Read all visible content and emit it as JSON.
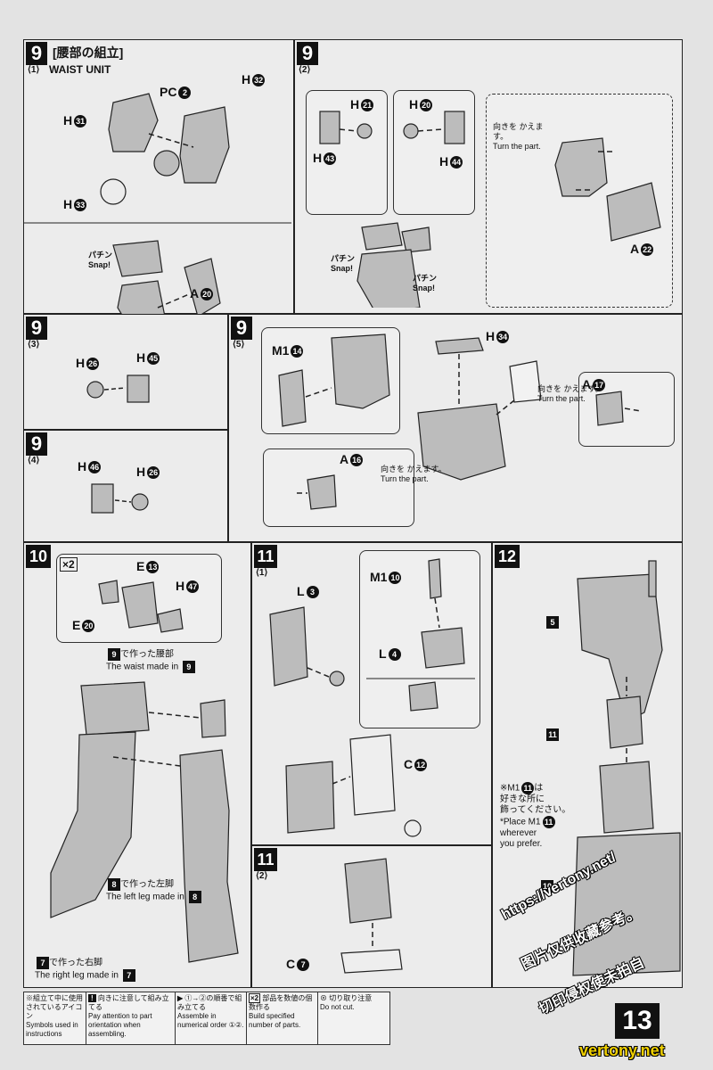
{
  "page_number": "13",
  "step9": {
    "num": "9",
    "sub1": "⟨1⟩",
    "title_jp": "[腰部の組立]",
    "title_en": "WAIST UNIT",
    "sub2": "⟨2⟩",
    "sub3": "⟨3⟩",
    "sub4": "⟨4⟩",
    "sub5": "⟨5⟩",
    "pc": "PC",
    "turn_jp": "向きを かえます。",
    "turn_en": "Turn the part.",
    "snap_jp": "パチン",
    "snap_en": "Snap!"
  },
  "parts": {
    "H31": "H",
    "H32": "H",
    "H33": "H",
    "A20": "A",
    "H21": "H",
    "H43": "H",
    "H20": "H",
    "H44": "H",
    "A22": "A",
    "H26": "H",
    "H45": "H",
    "H46": "H",
    "M1_14": "M1",
    "H34": "H",
    "A17": "A",
    "A16": "A",
    "E13": "E",
    "E20": "E",
    "H47": "H",
    "L3": "L",
    "M1_10": "M1",
    "L4": "L",
    "C12": "C",
    "C7": "C"
  },
  "numbers": {
    "n31": "31",
    "n32": "32",
    "n2": "2",
    "n33": "33",
    "n20": "20",
    "n21": "21",
    "n43": "43",
    "n44": "44",
    "n22": "22",
    "n26": "26",
    "n45": "45",
    "n46": "46",
    "n14": "14",
    "n34": "34",
    "n17": "17",
    "n16": "16",
    "n13": "13",
    "n47": "47",
    "n3": "3",
    "n10": "10",
    "n4": "4",
    "n12": "12",
    "n7": "7",
    "n11": "11",
    "n1": "1"
  },
  "step10": {
    "num": "10",
    "x2": "×2",
    "waist_jp": "で作った腰部",
    "waist_en": "The waist made in",
    "left_jp": "で作った左脚",
    "left_en": "The left leg made in",
    "right_jp": "で作った右脚",
    "right_en": "The right leg made in",
    "ref9": "9",
    "ref8": "8",
    "ref7": "7"
  },
  "step11": {
    "num": "11",
    "sub1": "⟨1⟩",
    "sub2": "⟨2⟩"
  },
  "step12": {
    "num": "12",
    "ref5": "5",
    "ref11": "11",
    "ref10": "10",
    "note_jp1": "※M1",
    "note_jp2": "は",
    "note_jp3": "好きな所に",
    "note_jp4": "飾ってください。",
    "note_en1": "*Place M1",
    "note_en2": "wherever",
    "note_en3": "you prefer."
  },
  "legend": {
    "title_jp": "※組立て中に使用されているアイコン",
    "title_en": "Symbols used in instructions",
    "c1_jp": "向きに注意して組み立てる",
    "c1_en": "Pay attention to part orientation when assembling.",
    "c2_jp": "①→②の順番で組み立てる",
    "c2_en": "Assemble in numerical order ①②.",
    "c3_jp": "部品を数値の個数作る",
    "c3_en": "Build specified number of parts.",
    "c4_jp": "切り取り注意",
    "c4_en": "Do not cut."
  },
  "watermark": {
    "line1": "https://vertony.net/",
    "line2": "图片仅供收藏参考。",
    "line3": "切印侵权使未拍自",
    "site": "vertony.net"
  }
}
